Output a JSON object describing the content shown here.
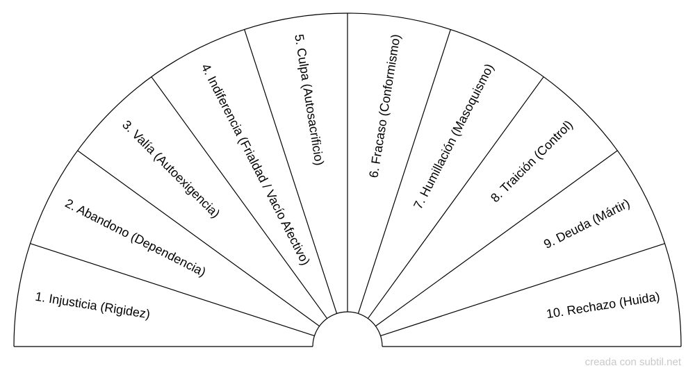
{
  "sections": [
    {
      "label": "1. Injusticia (Rigidez)"
    },
    {
      "label": "2. Abandono (Dependencia)"
    },
    {
      "label": "3. Valía (Autoexigencia)"
    },
    {
      "label": "4. Indiferencia (Frialdad / Vacío Afectivo)"
    },
    {
      "label": "5. Culpa (Autosacrificio)"
    },
    {
      "label": "6. Fracaso (Conformismo)"
    },
    {
      "label": "7. Humillación (Masoquismo)"
    },
    {
      "label": "8. Traición (Control)"
    },
    {
      "label": "9. Deuda (Mártir)"
    },
    {
      "label": "10. Rechazo (Huida)"
    }
  ],
  "footer": {
    "credit": "creada con subtil.net"
  },
  "colors": {
    "line": "#000000",
    "text": "#000000",
    "background": "#ffffff",
    "credit": "#c9c9c9"
  }
}
